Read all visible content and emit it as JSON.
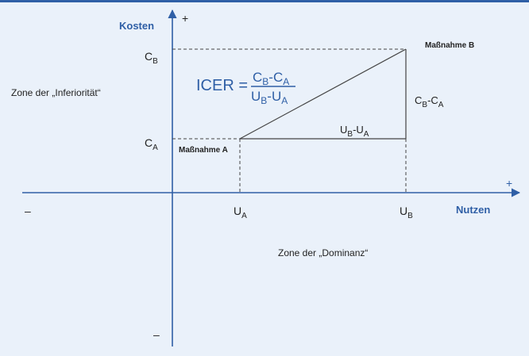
{
  "colors": {
    "background": "#eaf1fa",
    "axis": "#2f5fa6",
    "accent_text": "#2f5fa6",
    "lines": "#444444",
    "text": "#222222"
  },
  "axes": {
    "y_label": "Kosten",
    "x_label": "Nutzen",
    "y_plus": "+",
    "y_minus": "–",
    "x_plus": "+",
    "x_minus": "–"
  },
  "ticks": {
    "ca": {
      "main": "C",
      "sub": "A"
    },
    "cb": {
      "main": "C",
      "sub": "B"
    },
    "ua": {
      "main": "U",
      "sub": "A"
    },
    "ub": {
      "main": "U",
      "sub": "B"
    }
  },
  "points": {
    "a_label": "Maßnahme A",
    "b_label": "Maßnahme B"
  },
  "differences": {
    "dx": {
      "u1": "U",
      "s1": "B",
      "mid": "-U",
      "s2": "A"
    },
    "dy": {
      "c1": "C",
      "s1": "B",
      "mid": "-C",
      "s2": "A"
    }
  },
  "formula": {
    "lhs": "ICER =",
    "num": {
      "c1": "C",
      "s1": "B",
      "mid": "-C",
      "s2": "A"
    },
    "den": {
      "u1": "U",
      "s1": "B",
      "mid": "-U",
      "s2": "A"
    }
  },
  "zones": {
    "inferiority": "Zone der „Inferiorität“",
    "dominance": "Zone der „Dominanz“"
  }
}
